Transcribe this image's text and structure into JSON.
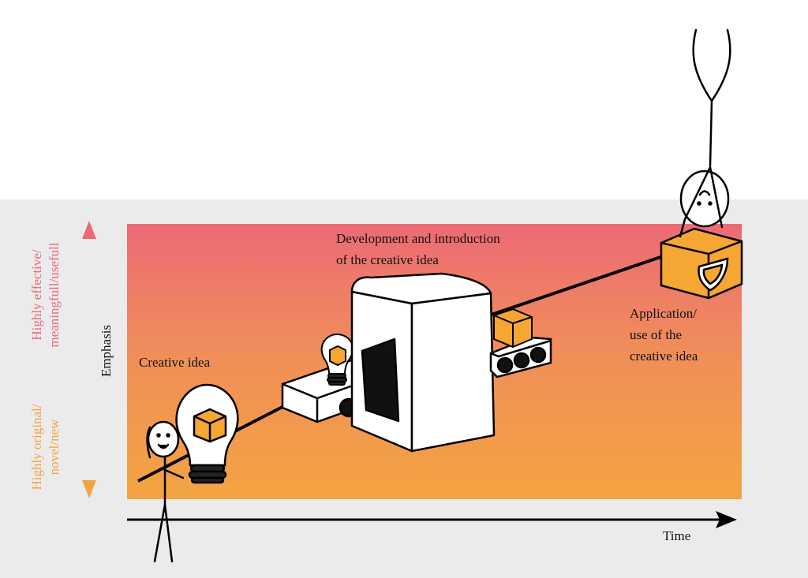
{
  "labels": {
    "creative_idea": "Creative idea",
    "development": [
      "Development and introduction",
      "of the creative idea"
    ],
    "application": [
      "Application/",
      "use of the",
      "creative idea"
    ],
    "emphasis": "Emphasis",
    "time": "Time",
    "top_axis": [
      "Highly effective/",
      "meaningfull/usefull"
    ],
    "bottom_axis": [
      "Highly original/",
      "novel/new"
    ]
  },
  "colors": {
    "gradient_top": "#ec6a76",
    "gradient_bottom": "#f3a442",
    "band": "#ebebeb",
    "box": "#f5a633",
    "axis_top": "#ec6a76",
    "axis_bottom": "#f3a442"
  }
}
